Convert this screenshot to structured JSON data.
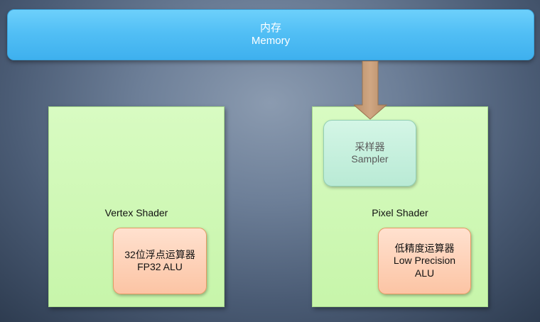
{
  "memory": {
    "label_cn": "内存",
    "label_en": "Memory"
  },
  "vertex_shader": {
    "label": "Vertex Shader",
    "alu": {
      "line1": "32位浮点运算器",
      "line2": "FP32 ALU"
    }
  },
  "pixel_shader": {
    "label": "Pixel Shader",
    "sampler": {
      "label_cn": "采样器",
      "label_en": "Sampler"
    },
    "alu": {
      "line1": "低精度运算器",
      "line2": "Low Precision",
      "line3": "ALU"
    }
  },
  "colors": {
    "memory": "#52bff5",
    "shader_panel": "#c7f5aa",
    "alu": "#fcc4a4",
    "sampler": "#c4eedc",
    "arrow": "#c9a07a"
  }
}
